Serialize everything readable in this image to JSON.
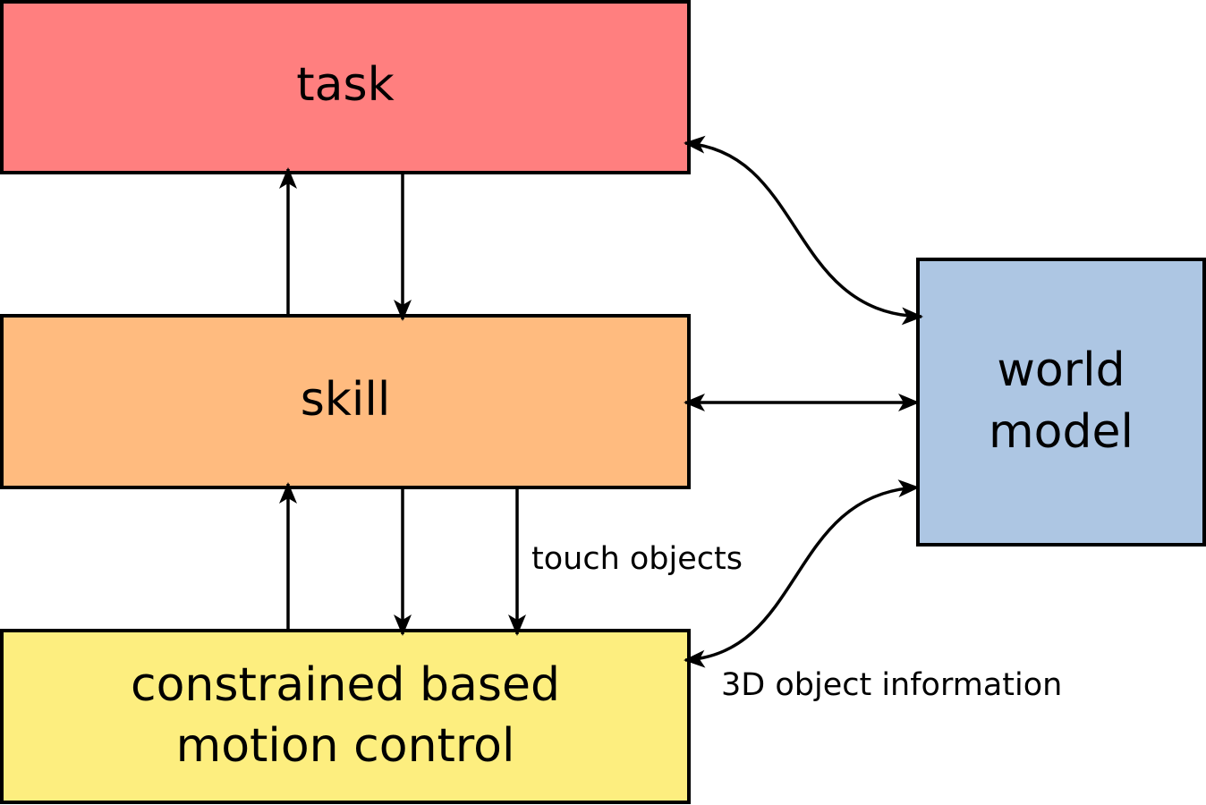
{
  "nodes": {
    "task": {
      "label": "task",
      "color": "#ff7f7f"
    },
    "skill": {
      "label": "skill",
      "color": "#ffbb7f"
    },
    "motion": {
      "line1": "constrained based",
      "line2": "motion control",
      "color": "#fdee7f"
    },
    "world": {
      "line1": "world",
      "line2": "model",
      "color": "#adc6e3"
    }
  },
  "edge_labels": {
    "touch": "touch objects",
    "info3d": "3D object information"
  },
  "edges": [
    {
      "from": "skill",
      "to": "task"
    },
    {
      "from": "task",
      "to": "skill"
    },
    {
      "from": "motion",
      "to": "skill"
    },
    {
      "from": "skill",
      "to": "motion"
    },
    {
      "from": "skill",
      "to": "motion",
      "label": "touch objects"
    },
    {
      "from": "task",
      "to": "world",
      "bidirectional": true
    },
    {
      "from": "skill",
      "to": "world",
      "bidirectional": true
    },
    {
      "from": "motion",
      "to": "world",
      "bidirectional": true,
      "label": "3D object information"
    }
  ]
}
